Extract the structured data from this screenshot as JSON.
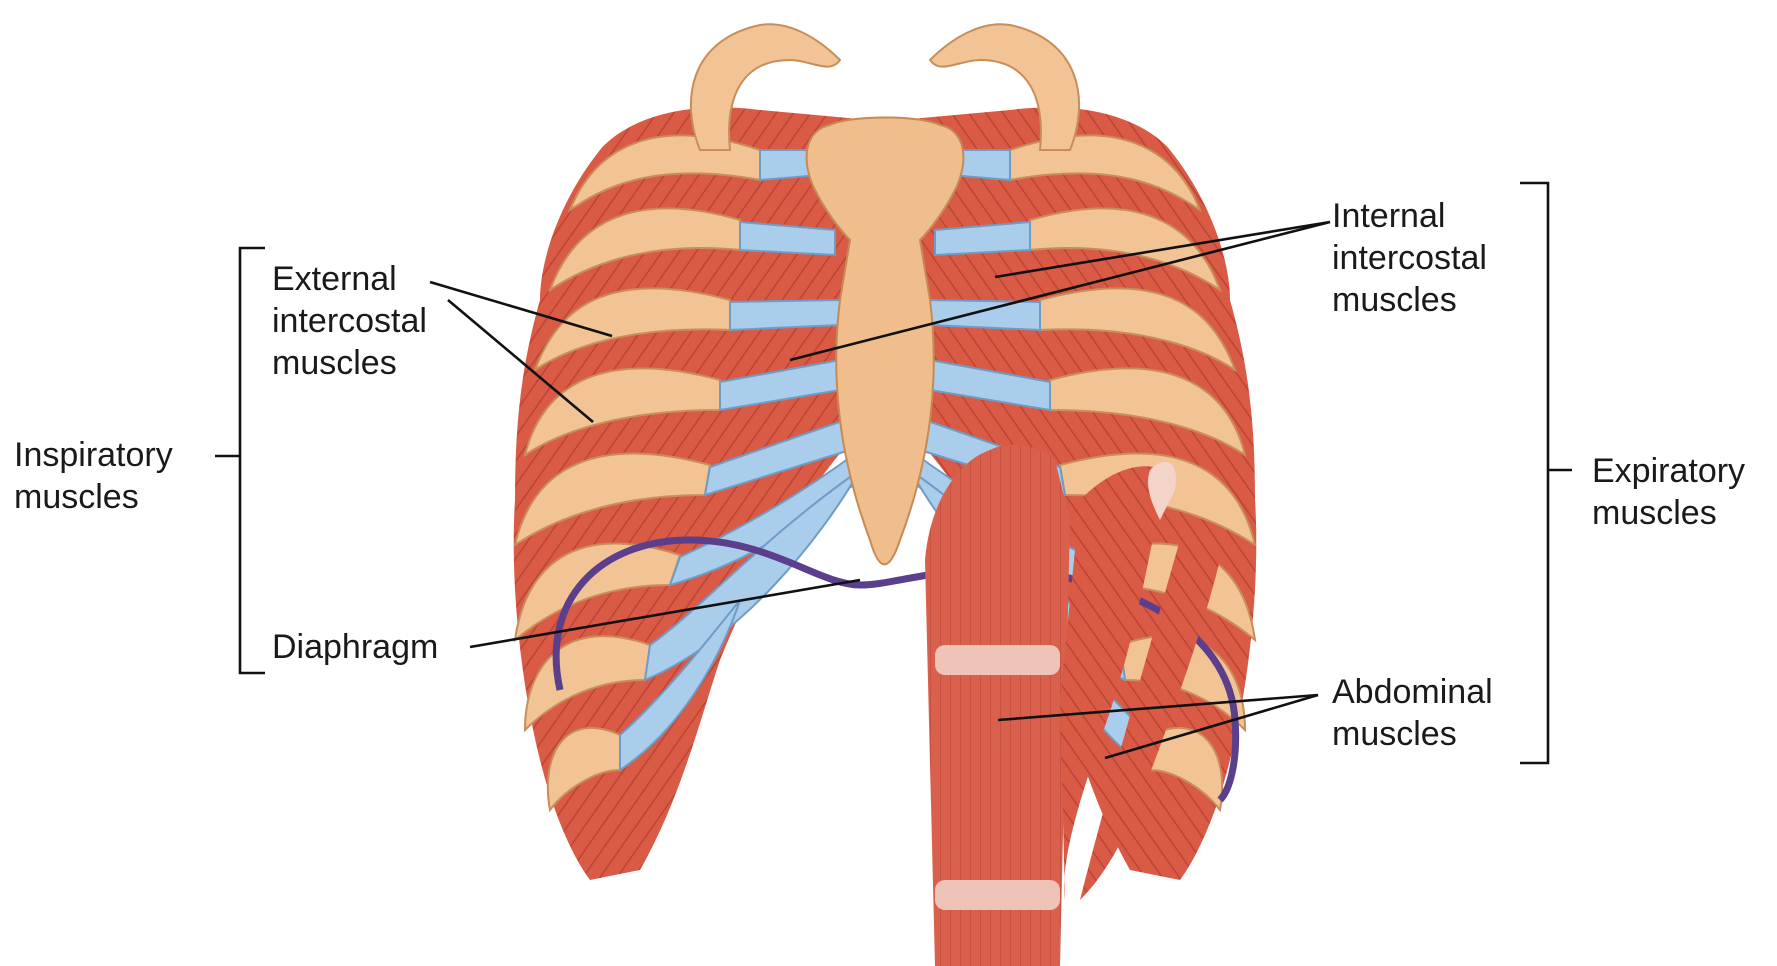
{
  "labels": {
    "inspiratory": [
      "Inspiratory",
      "muscles"
    ],
    "external": [
      "External",
      "intercostal",
      "muscles"
    ],
    "diaphragm": "Diaphragm",
    "internal": [
      "Internal",
      "intercostal",
      "muscles"
    ],
    "expiratory": [
      "Expiratory",
      "muscles"
    ],
    "abdominal": [
      "Abdominal",
      "muscles"
    ]
  },
  "colors": {
    "bone": "#f2c394",
    "cartilage": "#a9cdeb",
    "muscle": "#d95a45",
    "diaphragm": "#5b3f8c"
  }
}
